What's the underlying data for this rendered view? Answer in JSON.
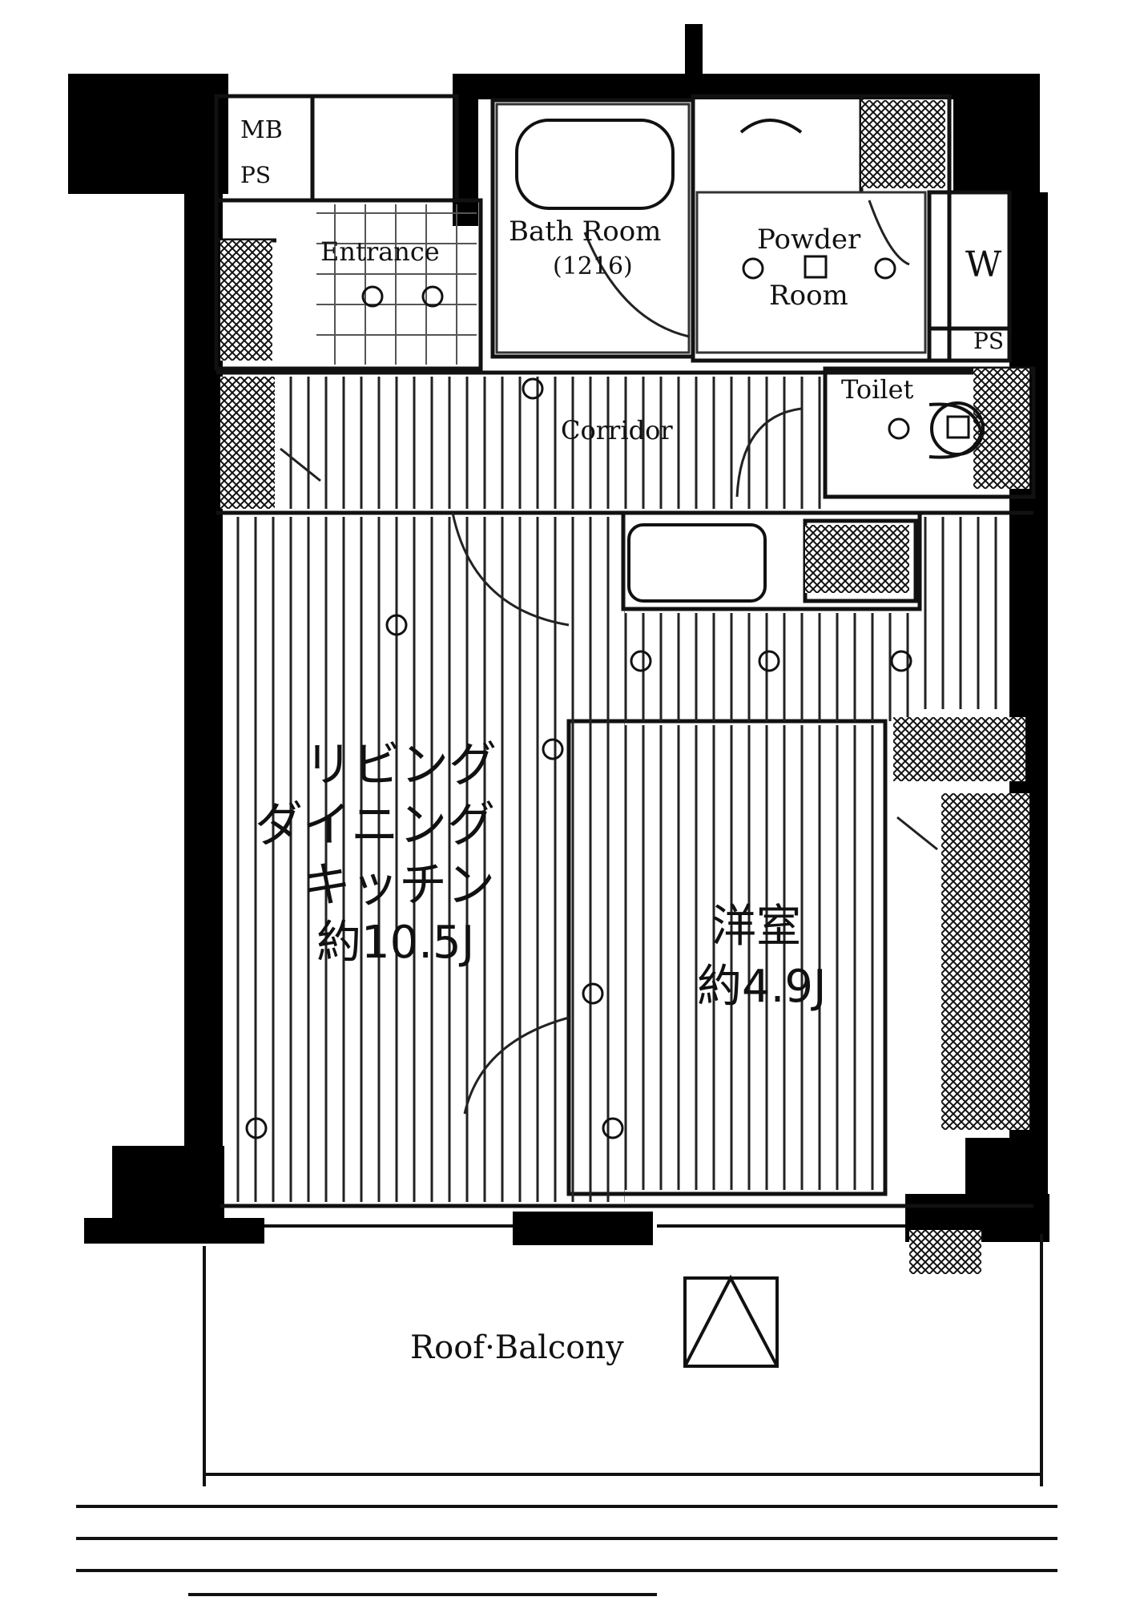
{
  "rooms": {
    "mb": "MB",
    "ps_top": "PS",
    "ps_right": "PS",
    "bath": "Bath Room",
    "bath_size": "(1216)",
    "powder_line1": "Powder",
    "powder_line2": "Room",
    "w": "W",
    "entrance": "Entrance",
    "corridor": "Corridor",
    "toilet": "Toilet",
    "ldk_line1": "リビング",
    "ldk_line2": "ダイニング",
    "ldk_line3": "キッチン",
    "ldk_size": "約10.5J",
    "western_line1": "洋室",
    "western_line2": "約4.9J",
    "balcony": "Roof·Balcony"
  }
}
